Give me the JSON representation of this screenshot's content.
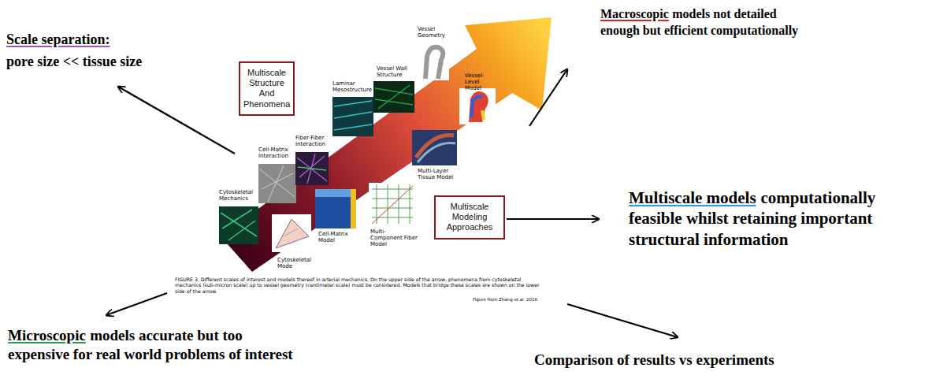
{
  "diagram": {
    "nodes": [
      {
        "text": [
          "Multiscale Structure And Phenomena"
        ]
      },
      {
        "text": [
          "Multiscale Modeling Approaches"
        ]
      }
    ],
    "labels": [
      "Scale separation:",
      "pore size << tissue size",
      "Macroscopic",
      "models not detailed enough but efficient computationally",
      "Multiscale models",
      "computationally feasible whilst retaining important structural information",
      "Microscopic",
      "models accurate but too expensive for real world problems of interest",
      "Comparison of results vs experiments",
      "Cytoskeletal Mechanics",
      "Cell-Matrix Interaction",
      "Fiber-Fiber Interaction",
      "Laminar Mesostructure",
      "Vessel Wall Structure",
      "Vessel Geometry",
      "Vessel-Level Model",
      "Multi-Layer Tissue Model",
      "Multi-Component Fiber Model",
      "Cell-Matrix Model",
      "Cytoskeletal Mode",
      "FIGURE 3. Different scales of interest and models thereof in arterial mechanics. On the upper side of the arrow, phenomena from cytoskeletal mechanics (sub-micron scale) up to vessel geometry (centimeter scale) must be considered. Models that bridge these scales are shown on the lower side of the arrow.",
      "Figure from Zhang et al. 2016"
    ]
  }
}
